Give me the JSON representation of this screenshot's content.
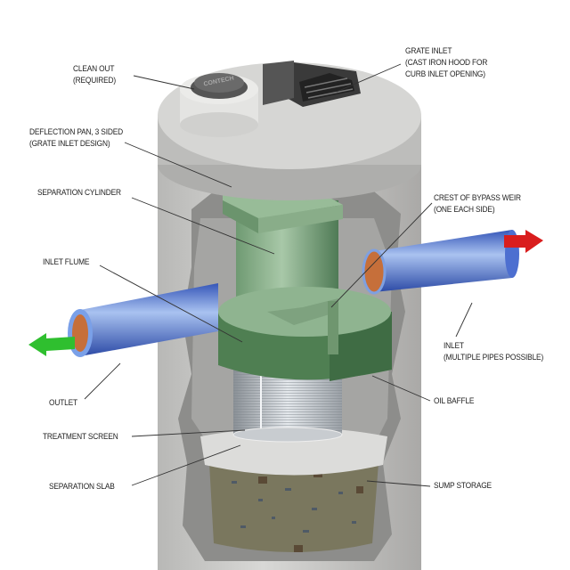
{
  "diagram": {
    "brand_mark": "CONTECH",
    "labels": {
      "clean_out": [
        "CLEAN OUT",
        "(REQUIRED)"
      ],
      "grate_inlet": [
        "GRATE INLET",
        "(CAST IRON HOOD FOR",
        "CURB INLET OPENING)"
      ],
      "deflection_pan": [
        "DEFLECTION PAN, 3 SIDED",
        "(GRATE INLET DESIGN)"
      ],
      "separation_cylinder": [
        "SEPARATION CYLINDER"
      ],
      "crest_of_bypass_weir": [
        "CREST OF BYPASS WEIR",
        "(ONE EACH SIDE)"
      ],
      "inlet_flume": [
        "INLET FLUME"
      ],
      "inlet": [
        "INLET",
        "(MULTIPLE PIPES POSSIBLE)"
      ],
      "outlet": [
        "OUTLET"
      ],
      "oil_baffle": [
        "OIL BAFFLE"
      ],
      "treatment_screen": [
        "TREATMENT SCREEN"
      ],
      "separation_slab": [
        "SEPARATION SLAB"
      ],
      "sump_storage": [
        "SUMP STORAGE"
      ]
    },
    "colors": {
      "concrete": "#c9c9c7",
      "green": "#7fa882",
      "pipe": "#4a6fd0",
      "inflow_arrow": "#d91d1d",
      "outflow_arrow": "#2fbf2f"
    }
  }
}
